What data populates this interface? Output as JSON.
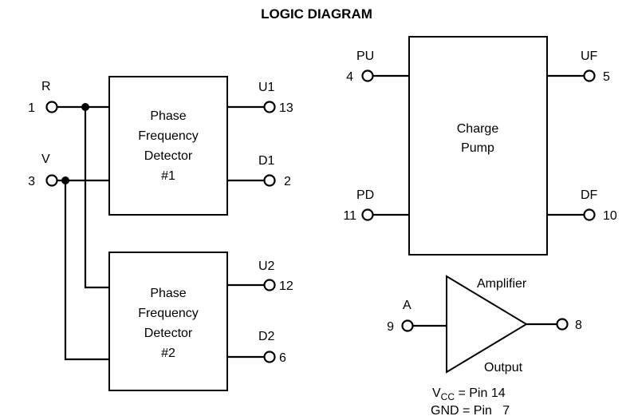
{
  "title": "LOGIC DIAGRAM",
  "pfd1": {
    "line1": "Phase",
    "line2": "Frequency",
    "line3": "Detector",
    "line4": "#1"
  },
  "pfd2": {
    "line1": "Phase",
    "line2": "Frequency",
    "line3": "Detector",
    "line4": "#2"
  },
  "charge_pump": {
    "line1": "Charge",
    "line2": "Pump"
  },
  "amplifier": {
    "label": "Amplifier",
    "output_label": "Output"
  },
  "signals": {
    "R": "R",
    "V": "V",
    "U1": "U1",
    "D1": "D1",
    "U2": "U2",
    "D2": "D2",
    "PU": "PU",
    "PD": "PD",
    "UF": "UF",
    "DF": "DF",
    "A": "A"
  },
  "pins": {
    "R": "1",
    "V": "3",
    "U1": "13",
    "D1": "2",
    "U2": "12",
    "D2": "6",
    "PU": "4",
    "PD": "11",
    "UF": "5",
    "DF": "10",
    "A": "9",
    "OUT": "8"
  },
  "power": {
    "vcc_main": "V",
    "vcc_sub": "CC",
    "vcc_rest": " = Pin 14",
    "gnd": "GND = Pin   7"
  }
}
